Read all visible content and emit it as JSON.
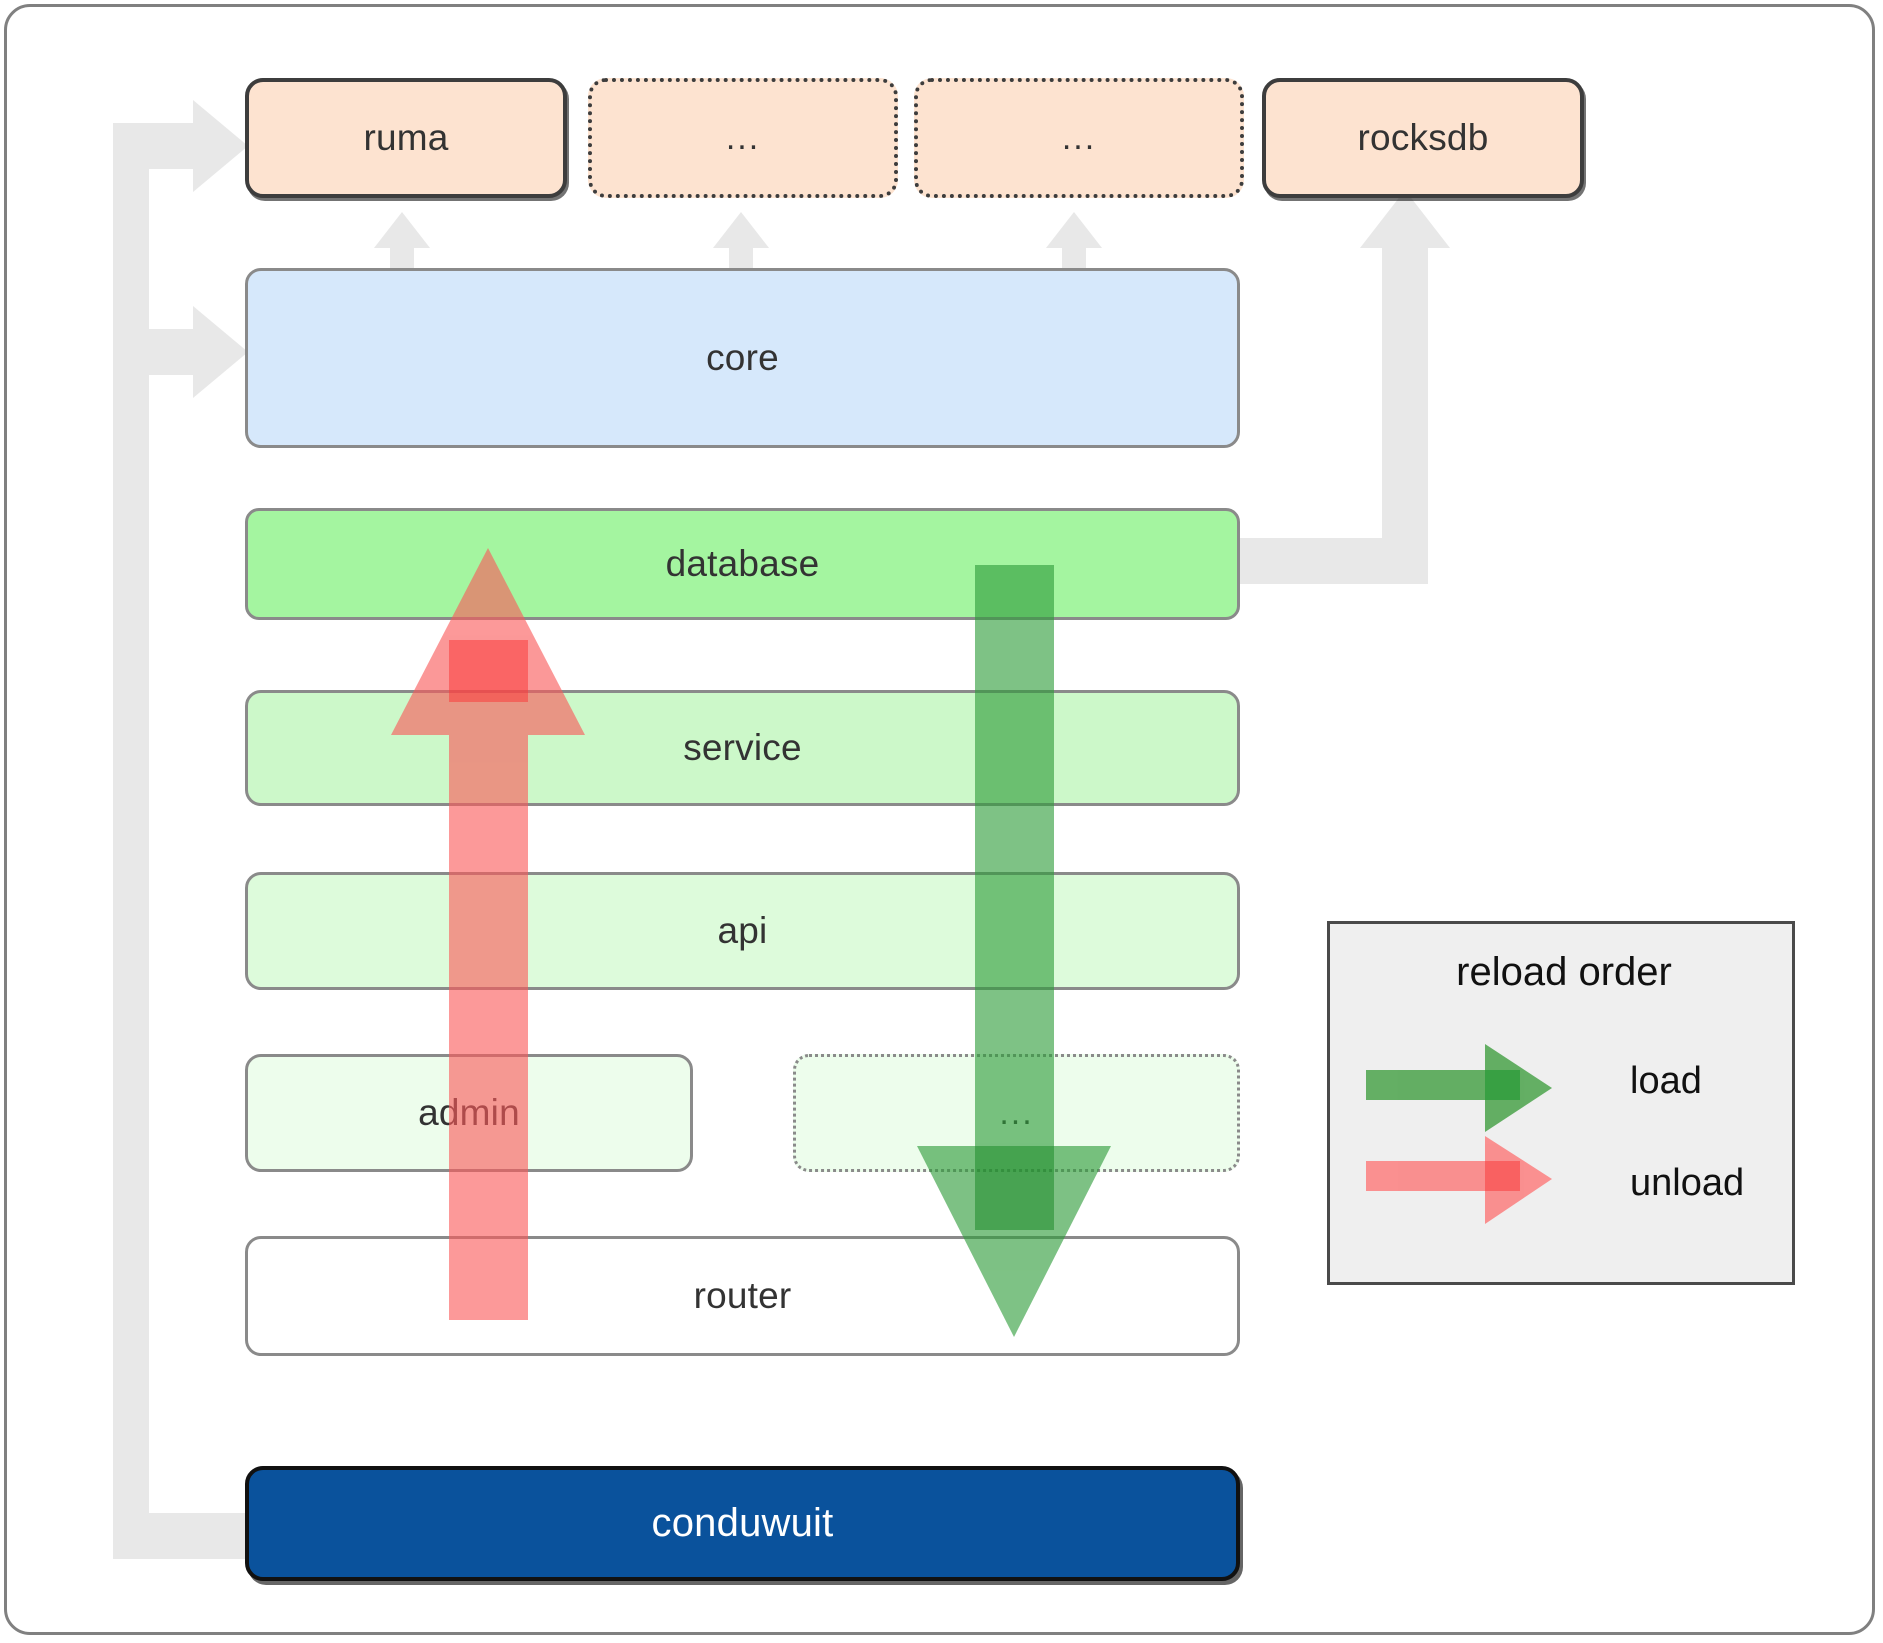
{
  "diagram": {
    "title": "conduwuit crate layering / reload order",
    "colors": {
      "dependency_fill": "#fde3d0",
      "dependency_border": "#3d3d3d",
      "core_fill": "#d6e8fb",
      "database_fill": "#a4f5a0",
      "service_fill": "#ccf8c9",
      "api_fill": "#ddfbdb",
      "admin_fill": "#edfdec",
      "router_fill": "#ffffff",
      "root_fill": "#0a529c",
      "root_text": "#ffffff",
      "load_arrow": "#4caf50",
      "unload_arrow": "#f98080",
      "connector": "#e8e8e8",
      "frame_border": "#808080",
      "legend_fill": "#efefef"
    },
    "dependencies": [
      {
        "id": "ruma",
        "label": "ruma",
        "style": "solid"
      },
      {
        "id": "dots-1",
        "label": "...",
        "style": "dotted"
      },
      {
        "id": "dots-2",
        "label": "...",
        "style": "dotted"
      },
      {
        "id": "rocksdb",
        "label": "rocksdb",
        "style": "solid"
      }
    ],
    "layers": [
      {
        "id": "core",
        "label": "core",
        "style": "solid"
      },
      {
        "id": "database",
        "label": "database",
        "style": "solid"
      },
      {
        "id": "service",
        "label": "service",
        "style": "solid"
      },
      {
        "id": "api",
        "label": "api",
        "style": "solid"
      },
      {
        "id": "admin",
        "label": "admin",
        "style": "solid"
      },
      {
        "id": "etc",
        "label": "...",
        "style": "dotted"
      },
      {
        "id": "router",
        "label": "router",
        "style": "solid"
      }
    ],
    "root": {
      "id": "conduwuit",
      "label": "conduwuit"
    },
    "legend": {
      "title": "reload order",
      "entries": [
        {
          "id": "load",
          "label": "load",
          "color": "#4caf50"
        },
        {
          "id": "unload",
          "label": "unload",
          "color": "#f98080"
        }
      ]
    }
  }
}
